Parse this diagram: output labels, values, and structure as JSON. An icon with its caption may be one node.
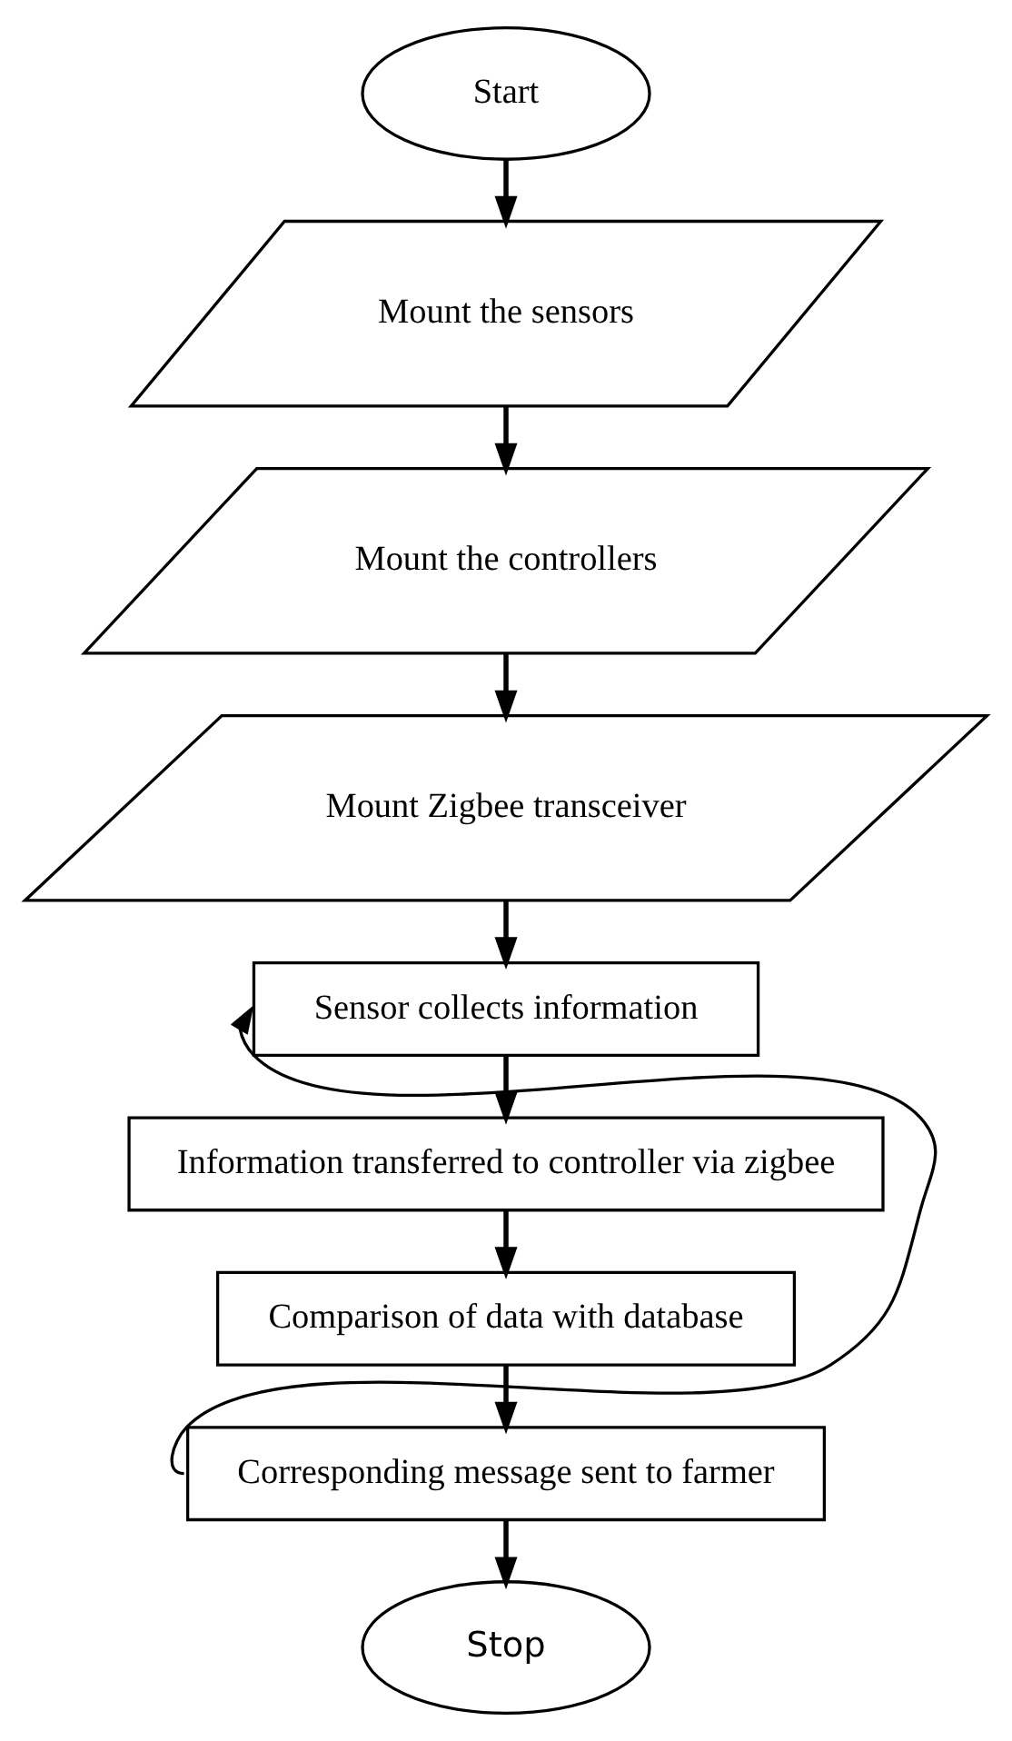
{
  "diagram": {
    "nodes": [
      {
        "text": [
          "Start"
        ]
      },
      {
        "text": [
          "Mount the sensors"
        ]
      },
      {
        "text": [
          "Mount the controllers"
        ]
      },
      {
        "text": [
          "Mount Zigbee transceiver"
        ]
      },
      {
        "text": [
          "Sensor collects information"
        ]
      },
      {
        "text": [
          "Information transferred to controller via zigbee"
        ]
      },
      {
        "text": [
          "Comparison of data with database"
        ]
      },
      {
        "text": [
          "Corresponding message sent to farmer"
        ]
      },
      {
        "text": [
          "Stop"
        ]
      }
    ],
    "edges": [
      {
        "from": 0,
        "to": 1,
        "arrow": "to"
      },
      {
        "from": 1,
        "to": 2,
        "arrow": "to"
      },
      {
        "from": 2,
        "to": 3,
        "arrow": "to"
      },
      {
        "from": 3,
        "to": 4,
        "arrow": "to"
      },
      {
        "from": 4,
        "to": 5,
        "arrow": "to"
      },
      {
        "from": 5,
        "to": 6,
        "arrow": "to"
      },
      {
        "from": 6,
        "to": 7,
        "arrow": "to"
      },
      {
        "from": 7,
        "to": 8,
        "arrow": "to"
      },
      {
        "from": 7,
        "to": 4,
        "arrow": "to"
      }
    ]
  }
}
